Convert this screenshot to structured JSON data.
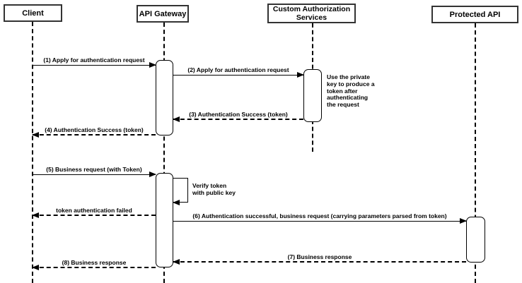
{
  "colors": {
    "stroke": "#000000",
    "background": "#ffffff"
  },
  "participants": [
    {
      "label": "Client"
    },
    {
      "label": "API Gateway"
    },
    {
      "label": "Custom Authorization\nServices"
    },
    {
      "label": "Protected API"
    }
  ],
  "messages": [
    {
      "label": "(1) Apply for authentication request",
      "from": "Client",
      "to": "API Gateway",
      "style": "solid"
    },
    {
      "label": "(2) Apply for authentication request",
      "from": "API Gateway",
      "to": "Custom Authorization Services",
      "style": "solid"
    },
    {
      "label": "(3) Authentication Success (token)",
      "from": "Custom Authorization Services",
      "to": "API Gateway",
      "style": "dashed"
    },
    {
      "label": "(4) Authentication Success (token)",
      "from": "API Gateway",
      "to": "Client",
      "style": "dashed"
    },
    {
      "label": "(5) Business request (with Token)",
      "from": "Client",
      "to": "API Gateway",
      "style": "solid"
    },
    {
      "label": "token authentication failed",
      "from": "API Gateway",
      "to": "Client",
      "style": "dashed"
    },
    {
      "label": "(6) Authentication successful, business request (carrying parameters parsed from token)",
      "from": "API Gateway",
      "to": "Protected API",
      "style": "solid"
    },
    {
      "label": "(7) Business response",
      "from": "Protected API",
      "to": "API Gateway",
      "style": "dashed"
    },
    {
      "label": "(8) Business response",
      "from": "API Gateway",
      "to": "Client",
      "style": "dashed"
    }
  ],
  "self_message": {
    "label": "Verify token\nwith public key"
  },
  "note": {
    "text": "Use the private\nkey to produce a\ntoken after\nauthenticating\nthe request"
  }
}
